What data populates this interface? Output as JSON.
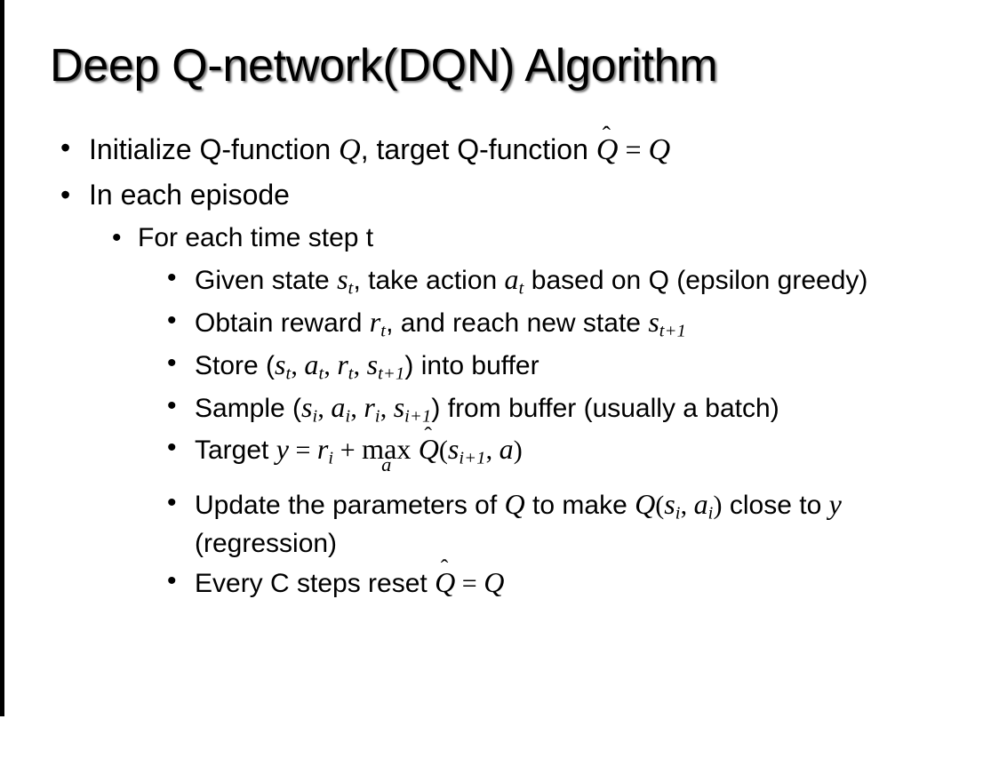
{
  "slide": {
    "title": "Deep Q-network(DQN) Algorithm",
    "background_color": "#ffffff",
    "text_color": "#000000",
    "rule_color": "#000000",
    "bullet_glyph": "•"
  },
  "bullets": {
    "initialize": {
      "level": 1,
      "parts": {
        "p1": "Initialize Q-function ",
        "var_q1": "Q",
        "p2": ", target Q-function ",
        "var_qhat": "Q",
        "hat": "̂",
        "eq": " = ",
        "var_q2": "Q"
      },
      "plain_text": "Initialize Q-function Q, target Q-function Q̂ = Q"
    },
    "episode": {
      "level": 1,
      "plain_text": "In each episode"
    },
    "time_step": {
      "level": 2,
      "plain_text": "For each time step t"
    },
    "given_state": {
      "level": 3,
      "parts": {
        "p1": "Given state ",
        "var_s": "s",
        "sub_s": "t",
        "p2": ", take action ",
        "var_a": "a",
        "sub_a": "t",
        "p3": " based on Q (epsilon greedy)"
      },
      "plain_text": "Given state s_t, take action a_t based on Q (epsilon greedy)"
    },
    "obtain_reward": {
      "level": 3,
      "parts": {
        "p1": "Obtain reward ",
        "var_r": "r",
        "sub_r": "t",
        "p2": ", and reach new state ",
        "var_s": "s",
        "sub_s": "t+1"
      },
      "plain_text": "Obtain reward r_t, and reach new state s_{t+1}"
    },
    "store": {
      "level": 3,
      "parts": {
        "p1": "Store (",
        "v1": "s",
        "s1": "t",
        "c1": ", ",
        "v2": "a",
        "s2": "t",
        "c2": ", ",
        "v3": "r",
        "s3": "t",
        "c3": ", ",
        "v4": "s",
        "s4": "t+1",
        "p2": ") into buffer"
      },
      "plain_text": "Store (s_t, a_t, r_t, s_{t+1}) into buffer"
    },
    "sample": {
      "level": 3,
      "parts": {
        "p1": "Sample (",
        "v1": "s",
        "s1": "i",
        "c1": ", ",
        "v2": "a",
        "s2": "i",
        "c2": ", ",
        "v3": "r",
        "s3": "i",
        "c3": ", ",
        "v4": "s",
        "s4": "i+1",
        "p2": ") from buffer (usually a batch)"
      },
      "plain_text": "Sample (s_i, a_i, r_i, s_{i+1}) from buffer (usually a batch)"
    },
    "target": {
      "level": 3,
      "parts": {
        "p1": "Target ",
        "var_y": "y",
        "eq": " = ",
        "var_r": "r",
        "sub_r": "i",
        "plus": " + ",
        "max_op": "max",
        "max_under": "a",
        "var_qhat": "Q",
        "hat": "̂",
        "paren_open": "(",
        "var_s": "s",
        "sub_s": "i+1",
        "comma": ", ",
        "var_a": "a",
        "paren_close": ")"
      },
      "plain_text": "Target y = r_i + max_a Q̂(s_{i+1}, a)"
    },
    "update": {
      "level": 3,
      "parts": {
        "p1": "Update the parameters of ",
        "var_q1": "Q",
        "p2": " to make ",
        "var_q2": "Q",
        "paren_open": "(",
        "var_s": "s",
        "sub_s": "i",
        "comma": ", ",
        "var_a": "a",
        "sub_a": "i",
        "paren_close": ")",
        "p3": " close to ",
        "var_y": "y",
        "p4": " (regression)"
      },
      "plain_text": "Update the parameters of Q to make Q(s_i, a_i) close to y (regression)"
    },
    "reset": {
      "level": 3,
      "parts": {
        "p1": "Every C steps reset ",
        "var_qhat": "Q",
        "hat": "̂",
        "eq": " = ",
        "var_q": "Q"
      },
      "plain_text": "Every C steps reset Q̂ = Q"
    }
  }
}
